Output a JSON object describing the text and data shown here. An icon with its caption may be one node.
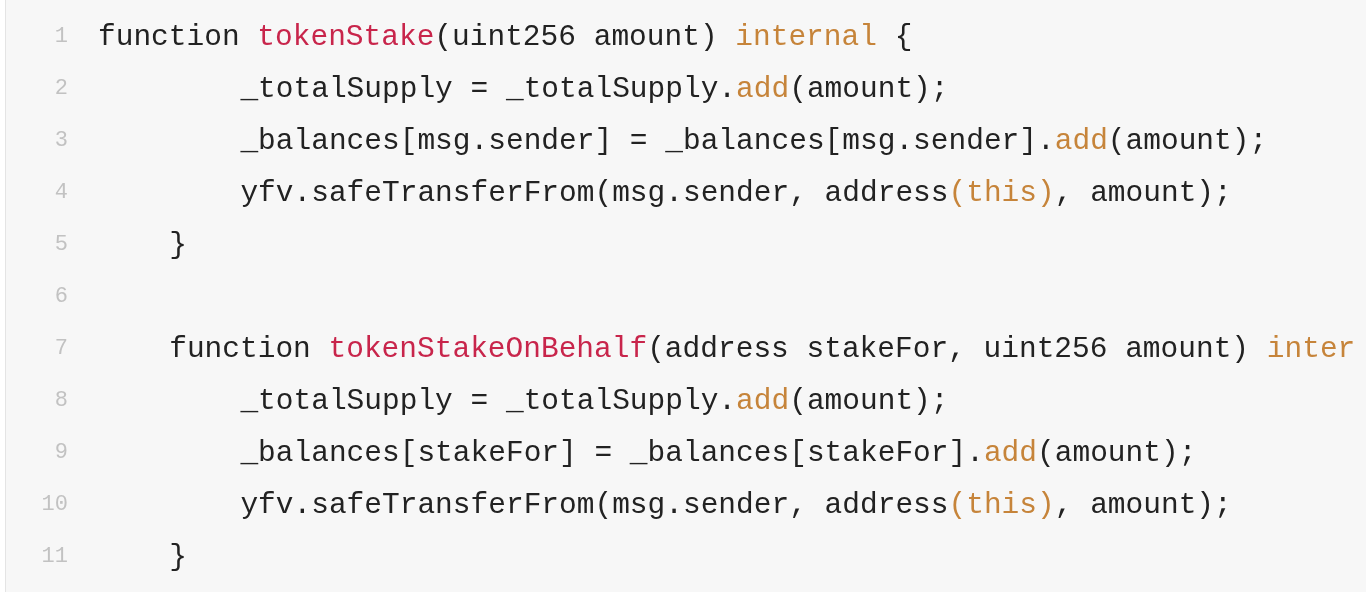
{
  "diagram": {
    "labels": [
      "1",
      "function tokenStake(uint256 amount) internal {",
      "2",
      "_totalSupply = _totalSupply.add(amount);",
      "3",
      "_balances[msg.sender] = _balances[msg.sender].add(amount);",
      "4",
      "yfv.safeTransferFrom(msg.sender, address(this), amount);",
      "5",
      "}",
      "6",
      "7",
      "function tokenStakeOnBehalf(address stakeFor, uint256 amount) inter",
      "8",
      "_totalSupply = _totalSupply.add(amount);",
      "9",
      "_balances[stakeFor] = _balances[stakeFor].add(amount);",
      "10",
      "yfv.safeTransferFrom(msg.sender, address(this), amount);",
      "11",
      "}"
    ]
  }
}
